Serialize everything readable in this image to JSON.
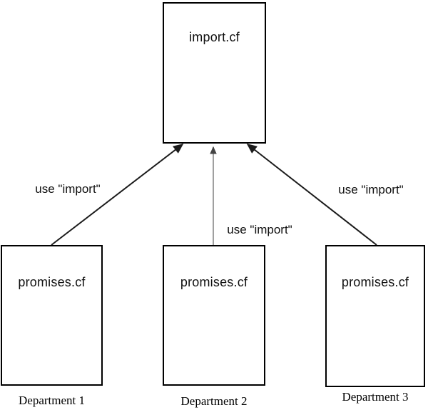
{
  "diagram": {
    "title_box": {
      "label": "import.cf"
    },
    "department_boxes": [
      {
        "label": "promises.cf",
        "caption": "Department 1"
      },
      {
        "label": "promises.cf",
        "caption": "Department 2"
      },
      {
        "label": "promises.cf",
        "caption": "Department 3"
      }
    ],
    "arrows": [
      {
        "label": "use \"import\""
      },
      {
        "label": "use \"import\""
      },
      {
        "label": "use \"import\""
      }
    ],
    "colors": {
      "line": "#1c1c1c",
      "middle_line": "#808080",
      "border": "#000000",
      "background": "#ffffff"
    }
  }
}
